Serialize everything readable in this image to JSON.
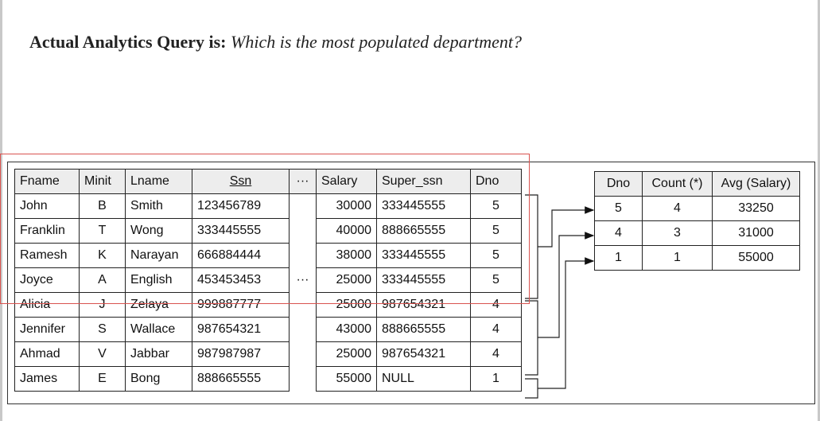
{
  "heading": {
    "prefix": "Actual Analytics Query is:",
    "question": "Which is the most populated department?"
  },
  "employee_table": {
    "columns": [
      "Fname",
      "Minit",
      "Lname",
      "Ssn",
      "···",
      "Salary",
      "Super_ssn",
      "Dno"
    ],
    "rows": [
      [
        "John",
        "B",
        "Smith",
        "123456789",
        "30000",
        "333445555",
        "5"
      ],
      [
        "Franklin",
        "T",
        "Wong",
        "333445555",
        "40000",
        "888665555",
        "5"
      ],
      [
        "Ramesh",
        "K",
        "Narayan",
        "666884444",
        "38000",
        "333445555",
        "5"
      ],
      [
        "Joyce",
        "A",
        "English",
        "453453453",
        "25000",
        "333445555",
        "5"
      ],
      [
        "Alicia",
        "J",
        "Zelaya",
        "999887777",
        "25000",
        "987654321",
        "4"
      ],
      [
        "Jennifer",
        "S",
        "Wallace",
        "987654321",
        "43000",
        "888665555",
        "4"
      ],
      [
        "Ahmad",
        "V",
        "Jabbar",
        "987987987",
        "25000",
        "987654321",
        "4"
      ],
      [
        "James",
        "E",
        "Bong",
        "888665555",
        "55000",
        "NULL",
        "1"
      ]
    ],
    "ellipsis": "···"
  },
  "result_table": {
    "columns": [
      "Dno",
      "Count (*)",
      "Avg (Salary)"
    ],
    "rows": [
      [
        "5",
        "4",
        "33250"
      ],
      [
        "4",
        "3",
        "31000"
      ],
      [
        "1",
        "1",
        "55000"
      ]
    ]
  }
}
